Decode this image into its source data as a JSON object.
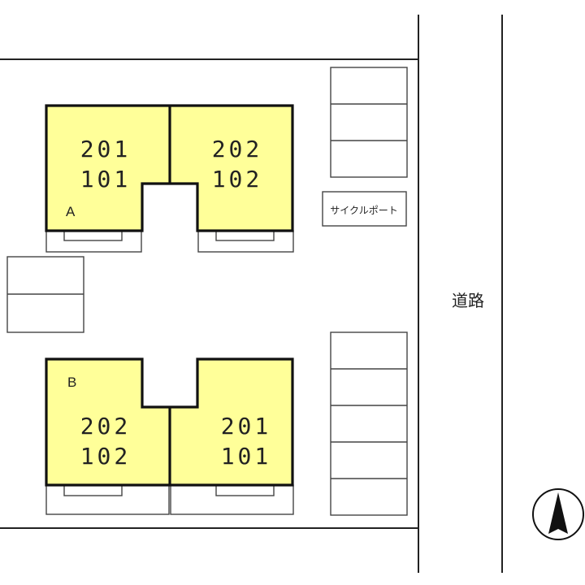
{
  "building_a": {
    "label": "A",
    "left_unit_upper": "201",
    "left_unit_lower": "101",
    "right_unit_upper": "202",
    "right_unit_lower": "102"
  },
  "building_b": {
    "label": "B",
    "left_unit_upper": "202",
    "left_unit_lower": "102",
    "right_unit_upper": "201",
    "right_unit_lower": "101"
  },
  "cycle_port_label": "サイクルポート",
  "road_label": "道路",
  "colors": {
    "building_fill": "#ffff99",
    "outline": "#111111"
  }
}
